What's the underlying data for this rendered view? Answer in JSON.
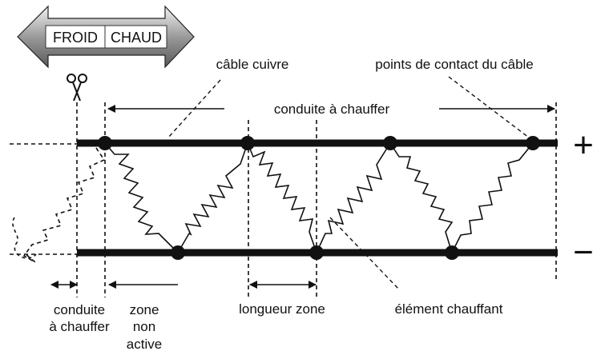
{
  "legend_arrow": {
    "left_label": "FROID",
    "right_label": "CHAUD"
  },
  "labels": {
    "cable": "câble cuivre",
    "contact_points": "points de contact du câble",
    "pipe": "conduite à chauffer",
    "plus": "+",
    "minus": "−",
    "pipe_bottom_line1": "conduite",
    "pipe_bottom_line2": "à chauffer",
    "inactive_line1": "zone",
    "inactive_line2": "non",
    "inactive_line3": "active",
    "zone_length": "longueur zone",
    "heating_element": "élément chauffant"
  },
  "icons": {
    "scissors": "scissors-icon"
  }
}
